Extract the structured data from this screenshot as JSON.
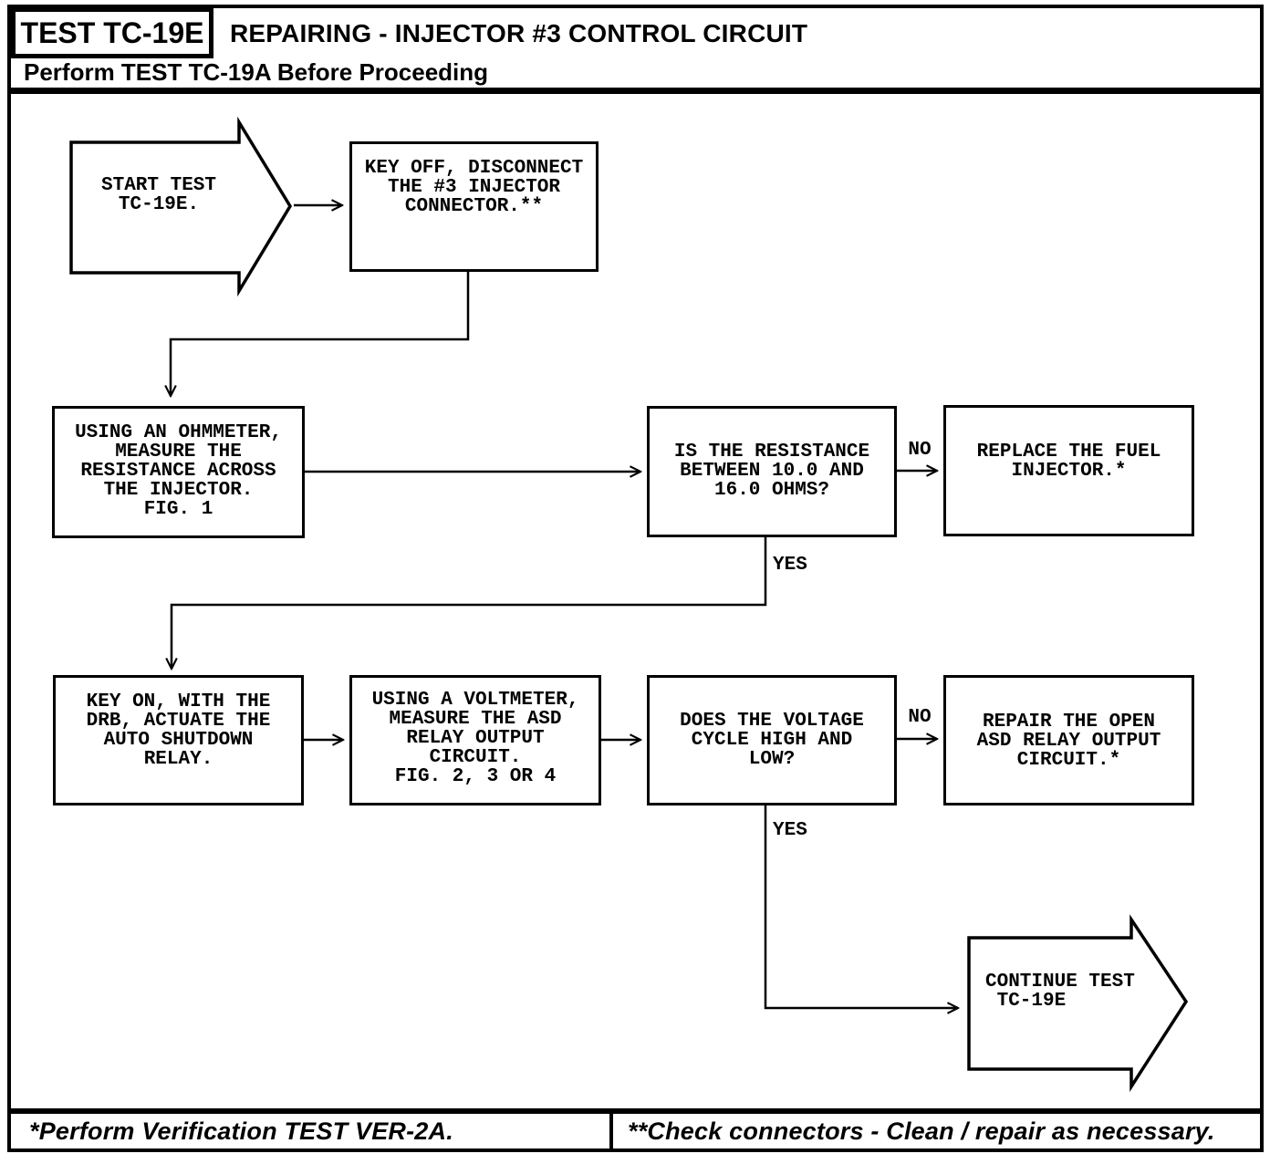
{
  "header": {
    "test_id": "TEST TC-19E",
    "title": "REPAIRING - INJECTOR #3 CONTROL CIRCUIT",
    "subtitle": "Perform TEST TC-19A Before Proceeding"
  },
  "flowchart": {
    "start": "START TEST\nTC-19E.",
    "key_off": "KEY OFF, DISCONNECT\nTHE #3 INJECTOR\nCONNECTOR.**",
    "ohmmeter": "USING AN OHMMETER,\nMEASURE THE\nRESISTANCE ACROSS\nTHE INJECTOR.\nFIG. 1",
    "resistance_question": "IS THE RESISTANCE\nBETWEEN 10.0 AND\n16.0 OHMS?",
    "replace_injector": "REPLACE THE FUEL\nINJECTOR.*",
    "key_on": "KEY ON, WITH THE\nDRB, ACTUATE THE\nAUTO SHUTDOWN\nRELAY.",
    "voltmeter": "USING A VOLTMETER,\nMEASURE THE ASD\nRELAY OUTPUT\nCIRCUIT.\nFIG. 2, 3 OR 4",
    "voltage_question": "DOES THE VOLTAGE\nCYCLE HIGH AND\nLOW?",
    "continue": "CONTINUE TEST\n TC-19E",
    "repair_asd": "REPAIR THE OPEN\nASD RELAY OUTPUT\nCIRCUIT.*",
    "labels": {
      "resistance_no": "NO",
      "resistance_yes": "YES",
      "voltage_no": "NO",
      "voltage_yes": "YES"
    }
  },
  "footer": {
    "note_verification": "*Perform Verification TEST VER-2A.",
    "note_connectors": "**Check connectors - Clean / repair as necessary."
  },
  "colors": {
    "ink": "#000000",
    "paper": "#ffffff"
  }
}
